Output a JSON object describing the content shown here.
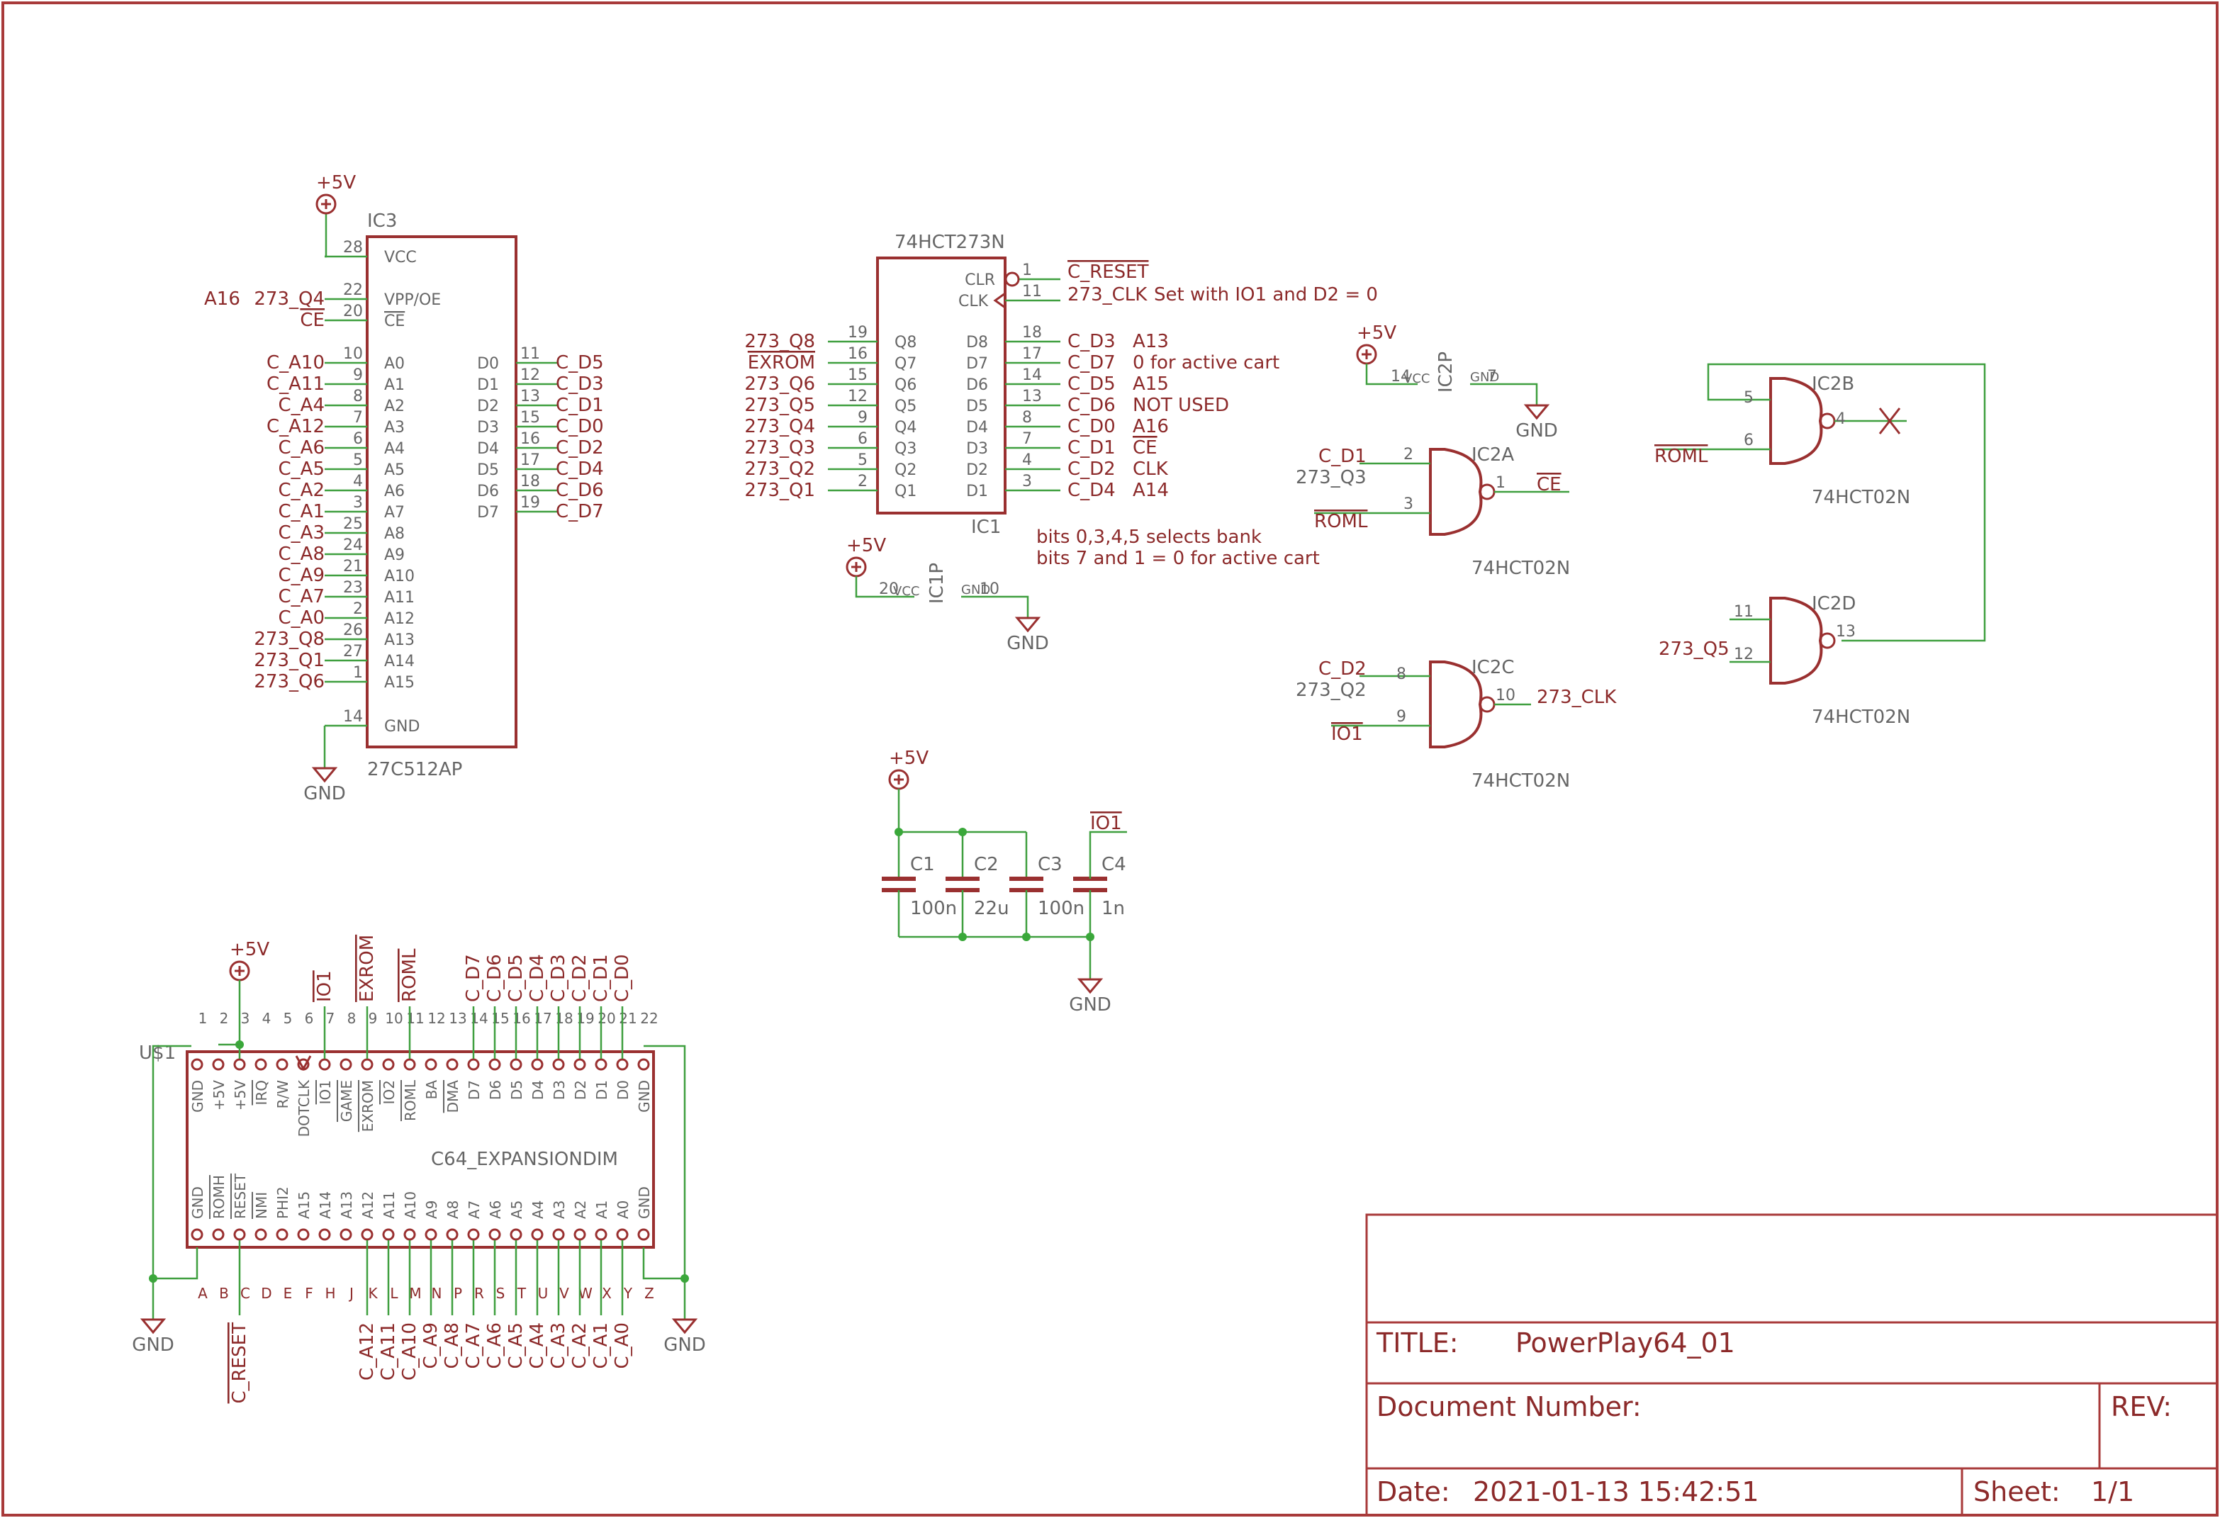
{
  "power": {
    "vcc": "+5V",
    "gnd": "GND"
  },
  "ic3": {
    "ref": "IC3",
    "value": "27C512AP",
    "left_pins": [
      {
        "net": "",
        "num": "28",
        "name": "VCC",
        "over": false
      },
      {
        "net": "273_Q4",
        "num": "22",
        "name": "VPP/OE",
        "over": false
      },
      {
        "net": "CE",
        "num": "20",
        "name": "CE",
        "over": true,
        "netover": true
      },
      {
        "net": "C_A10",
        "num": "10",
        "name": "A0"
      },
      {
        "net": "C_A11",
        "num": "9",
        "name": "A1"
      },
      {
        "net": "C_A4",
        "num": "8",
        "name": "A2"
      },
      {
        "net": "C_A12",
        "num": "7",
        "name": "A3"
      },
      {
        "net": "C_A6",
        "num": "6",
        "name": "A4"
      },
      {
        "net": "C_A5",
        "num": "5",
        "name": "A5"
      },
      {
        "net": "C_A2",
        "num": "4",
        "name": "A6"
      },
      {
        "net": "C_A1",
        "num": "3",
        "name": "A7"
      },
      {
        "net": "C_A3",
        "num": "25",
        "name": "A8"
      },
      {
        "net": "C_A8",
        "num": "24",
        "name": "A9"
      },
      {
        "net": "C_A9",
        "num": "21",
        "name": "A10"
      },
      {
        "net": "C_A7",
        "num": "23",
        "name": "A11"
      },
      {
        "net": "C_A0",
        "num": "2",
        "name": "A12"
      },
      {
        "net": "273_Q8",
        "num": "26",
        "name": "A13"
      },
      {
        "net": "273_Q1",
        "num": "27",
        "name": "A14"
      },
      {
        "net": "273_Q6",
        "num": "1",
        "name": "A15"
      }
    ],
    "gnd_pin": {
      "num": "14",
      "name": "GND"
    },
    "right_pins": [
      {
        "net": "C_D5",
        "num": "11",
        "name": "D0"
      },
      {
        "net": "C_D3",
        "num": "12",
        "name": "D1"
      },
      {
        "net": "C_D1",
        "num": "13",
        "name": "D2"
      },
      {
        "net": "C_D0",
        "num": "15",
        "name": "D3"
      },
      {
        "net": "C_D2",
        "num": "16",
        "name": "D4"
      },
      {
        "net": "C_D4",
        "num": "17",
        "name": "D5"
      },
      {
        "net": "C_D6",
        "num": "18",
        "name": "D6"
      },
      {
        "net": "C_D7",
        "num": "19",
        "name": "D7"
      }
    ],
    "note_a16": "A16"
  },
  "ic1": {
    "ref": "IC1",
    "value": "74HCT273N",
    "clr": {
      "num": "1",
      "name": "CLR",
      "net": "C_RESET"
    },
    "clk": {
      "num": "11",
      "name": "CLK",
      "net": "273_CLK"
    },
    "clk_note": "Set with IO1 and D2 = 0",
    "left_pins": [
      {
        "net": "273_Q8",
        "num": "19",
        "name": "Q8"
      },
      {
        "net": "EXROM",
        "num": "16",
        "name": "Q7",
        "netover": true
      },
      {
        "net": "273_Q6",
        "num": "15",
        "name": "Q6"
      },
      {
        "net": "273_Q5",
        "num": "12",
        "name": "Q5"
      },
      {
        "net": "273_Q4",
        "num": "9",
        "name": "Q4"
      },
      {
        "net": "273_Q3",
        "num": "6",
        "name": "Q3"
      },
      {
        "net": "273_Q2",
        "num": "5",
        "name": "Q2"
      },
      {
        "net": "273_Q1",
        "num": "2",
        "name": "Q1"
      }
    ],
    "right_pins": [
      {
        "net": "C_D3",
        "num": "18",
        "name": "D8",
        "note": "A13"
      },
      {
        "net": "C_D7",
        "num": "17",
        "name": "D7",
        "note": " 0 for active cart"
      },
      {
        "net": "C_D5",
        "num": "14",
        "name": "D6",
        "note": "A15"
      },
      {
        "net": "C_D6",
        "num": "13",
        "name": "D5",
        "note": "NOT USED"
      },
      {
        "net": "C_D0",
        "num": "8",
        "name": "D4",
        "note": "A16"
      },
      {
        "net": "C_D1",
        "num": "7",
        "name": "D3",
        "note": "CE",
        "noteover": true
      },
      {
        "net": "C_D2",
        "num": "4",
        "name": "D2",
        "note": "CLK"
      },
      {
        "net": "C_D4",
        "num": "3",
        "name": "D1",
        "note": "A14"
      }
    ],
    "note1": "bits 0,3,4,5 selects bank",
    "note2": "bits 7 and 1 = 0 for active cart",
    "power_ref": "IC1P",
    "power_vcc": {
      "num": "20",
      "name": "VCC"
    },
    "power_gnd": {
      "num": "10",
      "name": "GND"
    }
  },
  "ic2": {
    "value": "74HCT02N",
    "power_ref": "IC2P",
    "power_vcc": {
      "num": "14",
      "name": "VCC"
    },
    "power_gnd": {
      "num": "7",
      "name": "GND"
    },
    "a": {
      "ref": "IC2A",
      "in1_num": "2",
      "in1_net": "C_D1",
      "in1_net2": "273_Q3",
      "in2_num": "3",
      "in2_net": "ROML",
      "out_num": "1",
      "out_net": "CE"
    },
    "b": {
      "ref": "IC2B",
      "in1_num": "5",
      "in2_num": "6",
      "in2_net": "ROML",
      "out_num": "4"
    },
    "c": {
      "ref": "IC2C",
      "in1_num": "8",
      "in1_net": "C_D2",
      "in1_net2": "273_Q2",
      "in2_num": "9",
      "in2_net": "IO1",
      "out_num": "10",
      "out_net": "273_CLK"
    },
    "d": {
      "ref": "IC2D",
      "in1_num": "11",
      "in2_num": "12",
      "in2_net": "273_Q5",
      "out_num": "13"
    }
  },
  "caps": [
    {
      "ref": "C1",
      "value": "100n"
    },
    {
      "ref": "C2",
      "value": "22u"
    },
    {
      "ref": "C3",
      "value": "100n"
    },
    {
      "ref": "C4",
      "value": "1n"
    }
  ],
  "cap_net": "IO1",
  "us1": {
    "ref": "U$1",
    "value": "C64_EXPANSIONDIM",
    "top_pins": [
      {
        "num": "1",
        "name": "GND"
      },
      {
        "num": "2",
        "name": "+5V"
      },
      {
        "num": "3",
        "name": "+5V"
      },
      {
        "num": "4",
        "name": "IRQ",
        "over": true
      },
      {
        "num": "5",
        "name": "R/W"
      },
      {
        "num": "6",
        "name": "DOTCLK"
      },
      {
        "num": "7",
        "name": "IO1",
        "over": true
      },
      {
        "num": "8",
        "name": "GAME",
        "over": true
      },
      {
        "num": "9",
        "name": "EXROM",
        "over": true
      },
      {
        "num": "10",
        "name": "IO2",
        "over": true
      },
      {
        "num": "11",
        "name": "ROML",
        "over": true
      },
      {
        "num": "12",
        "name": "BA"
      },
      {
        "num": "13",
        "name": "DMA",
        "over": true
      },
      {
        "num": "14",
        "name": "D7"
      },
      {
        "num": "15",
        "name": "D6"
      },
      {
        "num": "16",
        "name": "D5"
      },
      {
        "num": "17",
        "name": "D4"
      },
      {
        "num": "18",
        "name": "D3"
      },
      {
        "num": "19",
        "name": "D2"
      },
      {
        "num": "20",
        "name": "D1"
      },
      {
        "num": "21",
        "name": "D0"
      },
      {
        "num": "22",
        "name": "GND"
      }
    ],
    "top_nets": [
      {
        "pin": 7,
        "net": "IO1",
        "over": true
      },
      {
        "pin": 9,
        "net": "EXROM",
        "over": true
      },
      {
        "pin": 11,
        "net": "ROML",
        "over": true
      },
      {
        "pin": 14,
        "net": "C_D7"
      },
      {
        "pin": 15,
        "net": "C_D6"
      },
      {
        "pin": 16,
        "net": "C_D5"
      },
      {
        "pin": 17,
        "net": "C_D4"
      },
      {
        "pin": 18,
        "net": "C_D3"
      },
      {
        "pin": 19,
        "net": "C_D2"
      },
      {
        "pin": 20,
        "net": "C_D1"
      },
      {
        "pin": 21,
        "net": "C_D0"
      }
    ],
    "bottom_pins": [
      {
        "letter": "A",
        "name": "GND"
      },
      {
        "letter": "B",
        "name": "ROMH",
        "over": true
      },
      {
        "letter": "C",
        "name": "RESET",
        "over": true
      },
      {
        "letter": "D",
        "name": "NMI",
        "over": true
      },
      {
        "letter": "E",
        "name": "PHI2"
      },
      {
        "letter": "F",
        "name": "A15"
      },
      {
        "letter": "H",
        "name": "A14"
      },
      {
        "letter": "J",
        "name": "A13"
      },
      {
        "letter": "K",
        "name": "A12"
      },
      {
        "letter": "L",
        "name": "A11"
      },
      {
        "letter": "M",
        "name": "A10"
      },
      {
        "letter": "N",
        "name": "A9"
      },
      {
        "letter": "P",
        "name": "A8"
      },
      {
        "letter": "R",
        "name": "A7"
      },
      {
        "letter": "S",
        "name": "A6"
      },
      {
        "letter": "T",
        "name": "A5"
      },
      {
        "letter": "U",
        "name": "A4"
      },
      {
        "letter": "V",
        "name": "A3"
      },
      {
        "letter": "W",
        "name": "A2"
      },
      {
        "letter": "X",
        "name": "A1"
      },
      {
        "letter": "Y",
        "name": "A0"
      },
      {
        "letter": "Z",
        "name": "GND"
      }
    ],
    "bottom_nets": [
      {
        "pin": 3,
        "net": "C_RESET",
        "over": true
      },
      {
        "pin": 9,
        "net": "C_A12"
      },
      {
        "pin": 10,
        "net": "C_A11"
      },
      {
        "pin": 11,
        "net": "C_A10"
      },
      {
        "pin": 12,
        "net": "C_A9"
      },
      {
        "pin": 13,
        "net": "C_A8"
      },
      {
        "pin": 14,
        "net": "C_A7"
      },
      {
        "pin": 15,
        "net": "C_A6"
      },
      {
        "pin": 16,
        "net": "C_A5"
      },
      {
        "pin": 17,
        "net": "C_A4"
      },
      {
        "pin": 18,
        "net": "C_A3"
      },
      {
        "pin": 19,
        "net": "C_A2"
      },
      {
        "pin": 20,
        "net": "C_A1"
      },
      {
        "pin": 21,
        "net": "C_A0"
      }
    ]
  },
  "title_block": {
    "title_label": "TITLE:",
    "title": "PowerPlay64_01",
    "docnum_label": "Document Number:",
    "rev_label": "REV:",
    "date_label": "Date:",
    "date": "2021-01-13 15:42:51",
    "sheet_label": "Sheet:",
    "sheet": "1/1"
  },
  "colors": {
    "frame": "#a83a3a",
    "symbol": "#9a3030",
    "wire": "#3f9f3f",
    "net": "#8c2a2a",
    "pinname": "#666666",
    "junction": "#3aa83a"
  }
}
